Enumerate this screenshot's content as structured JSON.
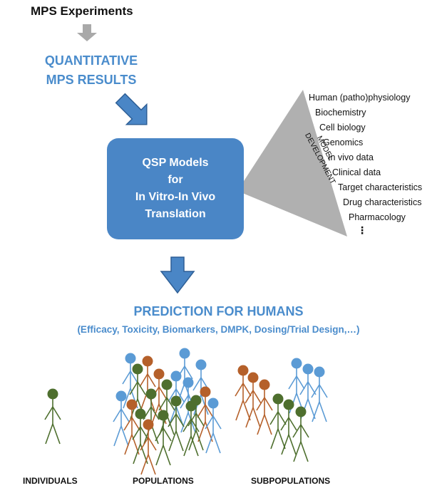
{
  "top_label": "MPS Experiments",
  "quantitative": {
    "line1": "QUANTITATIVE",
    "line2": "MPS RESULTS"
  },
  "qsp_box": {
    "line1": "QSP Models",
    "line2": "for",
    "line3": "In Vitro-In Vivo",
    "line4": "Translation"
  },
  "model_development": {
    "line1": "MODEL",
    "line2": "DEVELOPMENT"
  },
  "inputs": [
    "Human (patho)physiology",
    "Biochemistry",
    "Cell biology",
    "Genomics",
    "In vivo data",
    "Clinical data",
    "Target characteristics",
    "Drug characteristics",
    "Pharmacology"
  ],
  "inputs_more": "⋮",
  "prediction": {
    "title": "PREDICTION FOR HUMANS",
    "subtitle": "(Efficacy, Toxicity, Biomarkers, DMPK, Dosing/Trial Design,…)"
  },
  "captions": {
    "individuals": "INDIVIDUALS",
    "populations": "POPULATIONS",
    "subpopulations": "SUBPOPULATIONS"
  },
  "colors": {
    "accent": "#4a8ccc",
    "box": "#4a86c6",
    "arrow_gray": "#a9a9a9",
    "triangle_gray": "#b0b0b0",
    "figure_blue": "#5b9bd5",
    "figure_brown": "#b5602a",
    "figure_green": "#4e6f2e"
  },
  "figure_groups": {
    "individuals": [
      "green"
    ],
    "populations": [
      "blue",
      "brown",
      "blue",
      "blue",
      "green",
      "brown",
      "blue",
      "blue",
      "green",
      "green",
      "blue",
      "brown",
      "green",
      "brown",
      "blue",
      "green",
      "green",
      "green",
      "green",
      "brown"
    ],
    "subpopulations": [
      "brown",
      "brown",
      "brown",
      "blue",
      "blue",
      "blue",
      "green",
      "green",
      "green"
    ]
  }
}
